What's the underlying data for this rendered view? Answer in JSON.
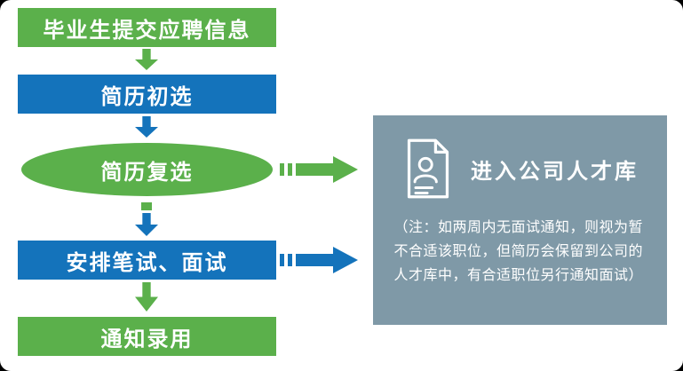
{
  "flow": {
    "steps": [
      {
        "id": "submit",
        "label": "毕业生提交应聘信息",
        "shape": "rect",
        "color": "#5BB04B"
      },
      {
        "id": "initial-screen",
        "label": "简历初选",
        "shape": "rect",
        "color": "#1473BB"
      },
      {
        "id": "re-screen",
        "label": "简历复选",
        "shape": "ellipse",
        "color": "#5BB04B"
      },
      {
        "id": "test-interview",
        "label": "安排笔试、面试",
        "shape": "rect",
        "color": "#1473BB"
      },
      {
        "id": "offer",
        "label": "通知录用",
        "shape": "rect",
        "color": "#5BB04B"
      }
    ],
    "connections": [
      {
        "from": "submit",
        "to": "initial-screen",
        "direction": "down",
        "color": "#5BB04B"
      },
      {
        "from": "initial-screen",
        "to": "re-screen",
        "direction": "down",
        "color": "#1473BB"
      },
      {
        "from": "re-screen",
        "to": "test-interview",
        "direction": "down",
        "color": "#5BB04B/#1473BB"
      },
      {
        "from": "test-interview",
        "to": "offer",
        "direction": "down",
        "color": "#5BB04B"
      },
      {
        "from": "re-screen",
        "to": "talent-pool",
        "direction": "right",
        "color": "#5BB04B"
      },
      {
        "from": "test-interview",
        "to": "talent-pool",
        "direction": "right",
        "color": "#1473BB"
      }
    ]
  },
  "talent_pool_panel": {
    "title": "进入公司人才库",
    "icon": "resume-document-icon",
    "note_lines": [
      "（注：如两周内无面试通知，则视为暂",
      "不合适该职位，但简历会保留到公司的",
      "人才库中，有合适职位另行通知面试）"
    ],
    "background": "#7F99A7"
  },
  "colors": {
    "green": "#5BB04B",
    "blue": "#1473BB",
    "panel_gray": "#7F99A7",
    "page_background": "#FFFFFF",
    "text_on_fill": "#FFFFFF"
  }
}
